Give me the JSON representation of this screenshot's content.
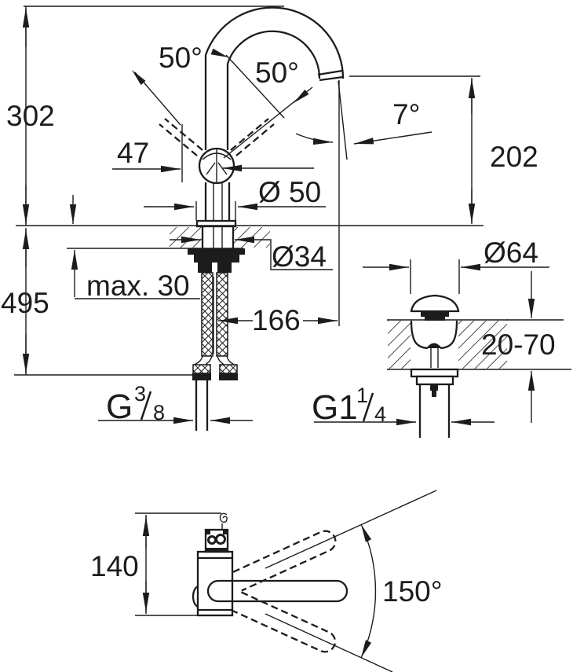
{
  "title": "Faucet technical dimension drawing",
  "views": {
    "front": {
      "labels": {
        "height_above_deck": "302",
        "overall_height": "495",
        "handle_offset": "47",
        "handle_swing_left": "50°",
        "handle_swing_right": "50°",
        "outlet_angle": "7°",
        "outlet_height": "202",
        "base_diameter": "Ø 50",
        "shank_diameter": "Ø34",
        "deck_thickness_max": "max. 30",
        "spout_projection": "166",
        "supply_thread": {
          "prefix": "G",
          "num": "3",
          "den": "8"
        }
      }
    },
    "waste": {
      "labels": {
        "cap_diameter": "Ø64",
        "mounting_range": "20-70",
        "thread": {
          "prefix": "G1",
          "num": "1",
          "den": "4"
        }
      }
    },
    "top": {
      "labels": {
        "height": "140",
        "swivel": "150°"
      }
    }
  },
  "colors": {
    "ink": "#1c1c1c",
    "paper": "#ffffff"
  }
}
